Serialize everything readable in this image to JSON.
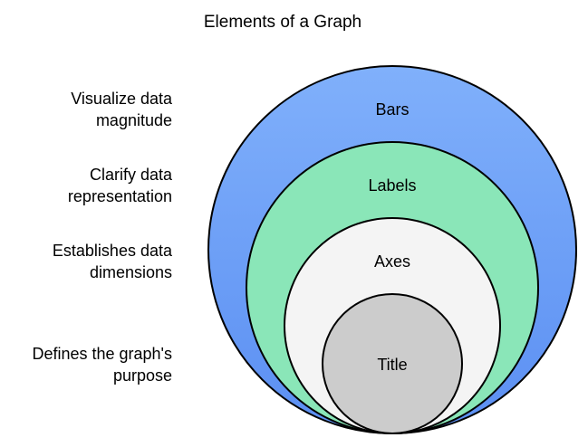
{
  "title": "Elements of a Graph",
  "rings": [
    {
      "label": "Bars",
      "color": "#78a8f8",
      "description": [
        "Visualize data",
        "magnitude"
      ]
    },
    {
      "label": "Labels",
      "color": "#8ae6b8",
      "description": [
        "Clarify data",
        "representation"
      ]
    },
    {
      "label": "Axes",
      "color": "#f4f4f4",
      "description": [
        "Establishes data",
        "dimensions"
      ]
    },
    {
      "label": "Title",
      "color": "#cccccc",
      "description": [
        "Defines the graph's",
        "purpose"
      ]
    }
  ]
}
